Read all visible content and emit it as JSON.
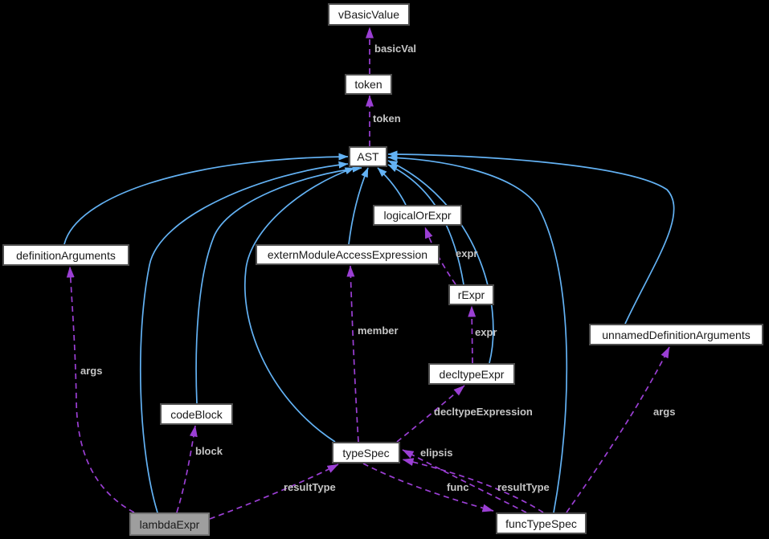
{
  "diagram": {
    "type": "collaboration-graph",
    "focus_node": "lambdaExpr",
    "colors": {
      "background": "#000000",
      "inheritance_edge": "#63B2F4",
      "usage_edge": "#9B3FD4",
      "edge_label": "#C6C6C6",
      "node_fill": "#FFFFFF",
      "node_border": "#4E4E4E",
      "focus_node_fill": "#9E9E9E",
      "node_text": "#1A1A1A"
    },
    "nodes": [
      {
        "id": "vBasicValue",
        "label": "vBasicValue"
      },
      {
        "id": "token",
        "label": "token"
      },
      {
        "id": "AST",
        "label": "AST"
      },
      {
        "id": "logicalOrExpr",
        "label": "logicalOrExpr"
      },
      {
        "id": "externModuleAccessExpression",
        "label": "externModuleAccessExpression"
      },
      {
        "id": "definitionArguments",
        "label": "definitionArguments"
      },
      {
        "id": "rExpr",
        "label": "rExpr"
      },
      {
        "id": "unnamedDefinitionArguments",
        "label": "unnamedDefinitionArguments"
      },
      {
        "id": "decltypeExpr",
        "label": "decltypeExpr"
      },
      {
        "id": "codeBlock",
        "label": "codeBlock"
      },
      {
        "id": "typeSpec",
        "label": "typeSpec"
      },
      {
        "id": "lambdaExpr",
        "label": "lambdaExpr"
      },
      {
        "id": "funcTypeSpec",
        "label": "funcTypeSpec"
      }
    ],
    "edges": [
      {
        "from": "token",
        "to": "vBasicValue",
        "label": "basicVal",
        "kind": "usage"
      },
      {
        "from": "AST",
        "to": "token",
        "label": "token",
        "kind": "usage"
      },
      {
        "from": "lambdaExpr",
        "to": "definitionArguments",
        "label": "args",
        "kind": "usage"
      },
      {
        "from": "lambdaExpr",
        "to": "codeBlock",
        "label": "block",
        "kind": "usage"
      },
      {
        "from": "lambdaExpr",
        "to": "typeSpec",
        "label": "resultType",
        "kind": "usage"
      },
      {
        "from": "typeSpec",
        "to": "externModuleAccessExpression",
        "label": "member",
        "kind": "usage"
      },
      {
        "from": "typeSpec",
        "to": "decltypeExpr",
        "label": "decltypeExpression",
        "kind": "usage"
      },
      {
        "from": "decltypeExpr",
        "to": "rExpr",
        "label": "expr",
        "kind": "usage"
      },
      {
        "from": "rExpr",
        "to": "logicalOrExpr",
        "label": "expr",
        "kind": "usage"
      },
      {
        "from": "typeSpec",
        "to": "funcTypeSpec",
        "label": "func",
        "kind": "usage"
      },
      {
        "from": "funcTypeSpec",
        "to": "typeSpec",
        "label": "resultType",
        "kind": "usage"
      },
      {
        "from": "funcTypeSpec",
        "to": "typeSpec",
        "label": "elipsis",
        "kind": "usage"
      },
      {
        "from": "funcTypeSpec",
        "to": "unnamedDefinitionArguments",
        "label": "args",
        "kind": "usage"
      },
      {
        "from": "definitionArguments",
        "to": "AST",
        "label": "",
        "kind": "inheritance"
      },
      {
        "from": "lambdaExpr",
        "to": "AST",
        "label": "",
        "kind": "inheritance"
      },
      {
        "from": "codeBlock",
        "to": "AST",
        "label": "",
        "kind": "inheritance"
      },
      {
        "from": "typeSpec",
        "to": "AST",
        "label": "",
        "kind": "inheritance"
      },
      {
        "from": "externModuleAccessExpression",
        "to": "AST",
        "label": "",
        "kind": "inheritance"
      },
      {
        "from": "logicalOrExpr",
        "to": "AST",
        "label": "",
        "kind": "inheritance"
      },
      {
        "from": "rExpr",
        "to": "AST",
        "label": "",
        "kind": "inheritance"
      },
      {
        "from": "decltypeExpr",
        "to": "AST",
        "label": "",
        "kind": "inheritance"
      },
      {
        "from": "funcTypeSpec",
        "to": "AST",
        "label": "",
        "kind": "inheritance"
      },
      {
        "from": "unnamedDefinitionArguments",
        "to": "AST",
        "label": "",
        "kind": "inheritance"
      }
    ]
  }
}
